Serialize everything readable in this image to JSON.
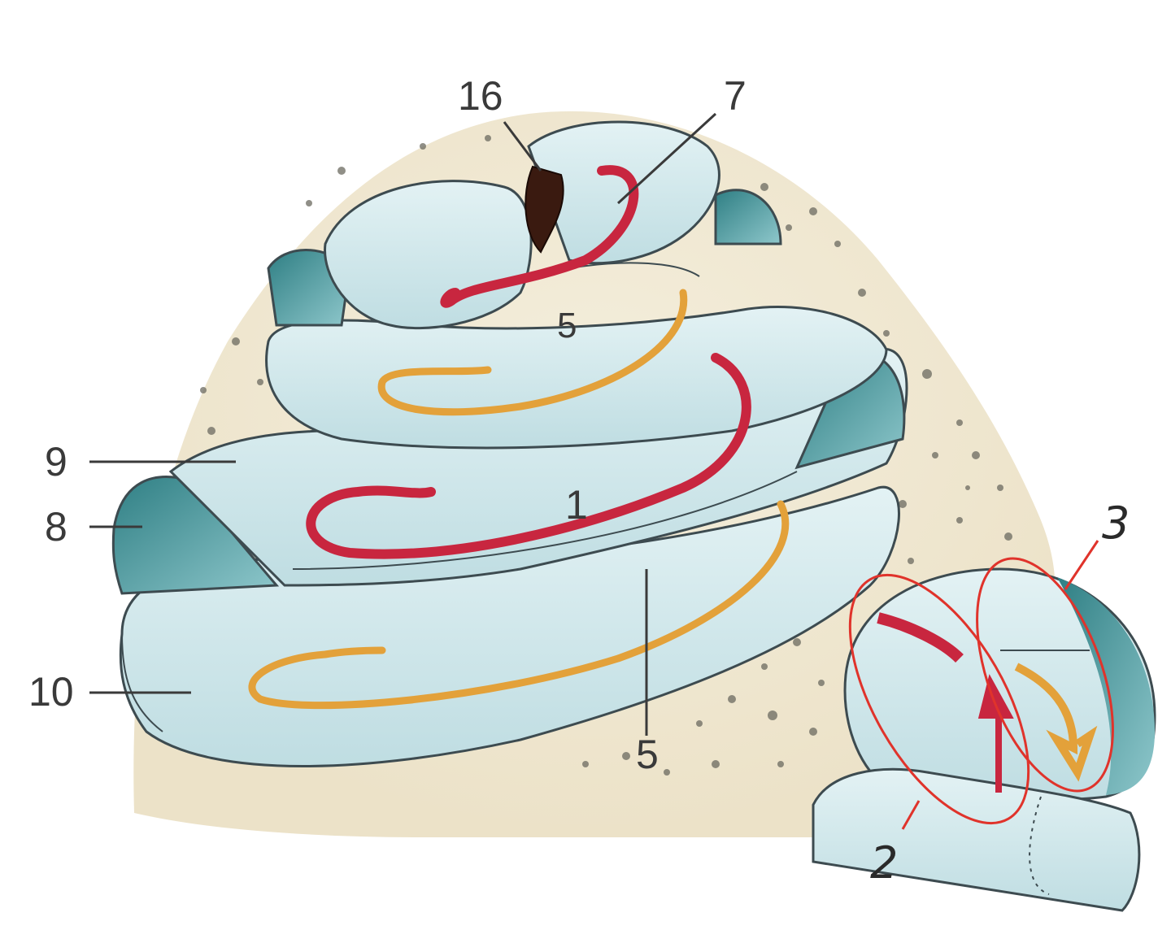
{
  "labels": {
    "l16": "16",
    "l7": "7",
    "l5_top": "5",
    "l9": "9",
    "l8": "8",
    "l1": "1",
    "l10": "10",
    "l5_bottom": "5",
    "l3": "3",
    "l2": "2"
  },
  "colors": {
    "background": "#ffffff",
    "bone": "#efe7d2",
    "duct": "#d3e9ec",
    "duct_dark": "#3f8f93",
    "outline": "#3d4b50",
    "scala_vestibuli": "#c8263f",
    "scala_tympani": "#e3a13a",
    "annotation": "#e0332b"
  }
}
